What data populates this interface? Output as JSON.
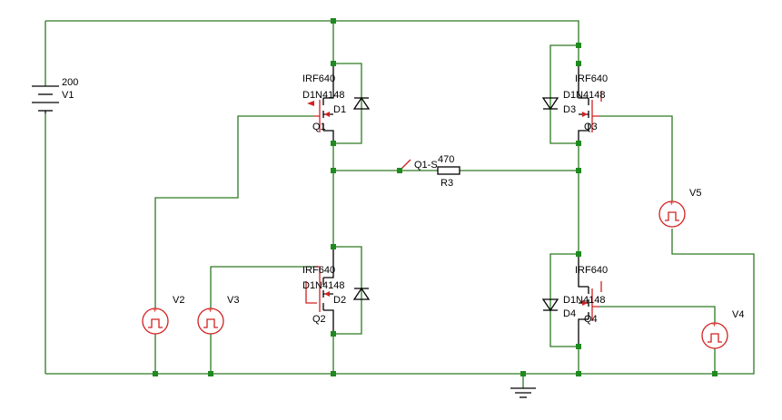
{
  "colors": {
    "wire": "#2d7a22",
    "node": "#1f8a1f",
    "component": "#000000",
    "source": "#d22020",
    "background": "#ffffff"
  },
  "battery": {
    "name": "V1",
    "value": "200"
  },
  "mosfets": [
    {
      "ref": "Q1",
      "model": "IRF640",
      "diode_ref": "D1",
      "diode_model": "D1N4148"
    },
    {
      "ref": "Q2",
      "model": "IRF640",
      "diode_ref": "D2",
      "diode_model": "D1N4148"
    },
    {
      "ref": "Q3",
      "model": "IRF640",
      "diode_ref": "D3",
      "diode_model": "D1N4148"
    },
    {
      "ref": "Q4",
      "model": "IRF640",
      "diode_ref": "D4",
      "diode_model": "D1N4148"
    }
  ],
  "resistor": {
    "ref": "R3",
    "value": "470"
  },
  "probe": {
    "label": "Q1-S"
  },
  "pulse_sources": [
    {
      "name": "V2",
      "icon": "pulse-source-icon"
    },
    {
      "name": "V3",
      "icon": "pulse-source-icon"
    },
    {
      "name": "V4",
      "icon": "pulse-source-icon"
    },
    {
      "name": "V5",
      "icon": "pulse-source-icon"
    }
  ],
  "ground": {
    "icon": "ground-icon"
  }
}
